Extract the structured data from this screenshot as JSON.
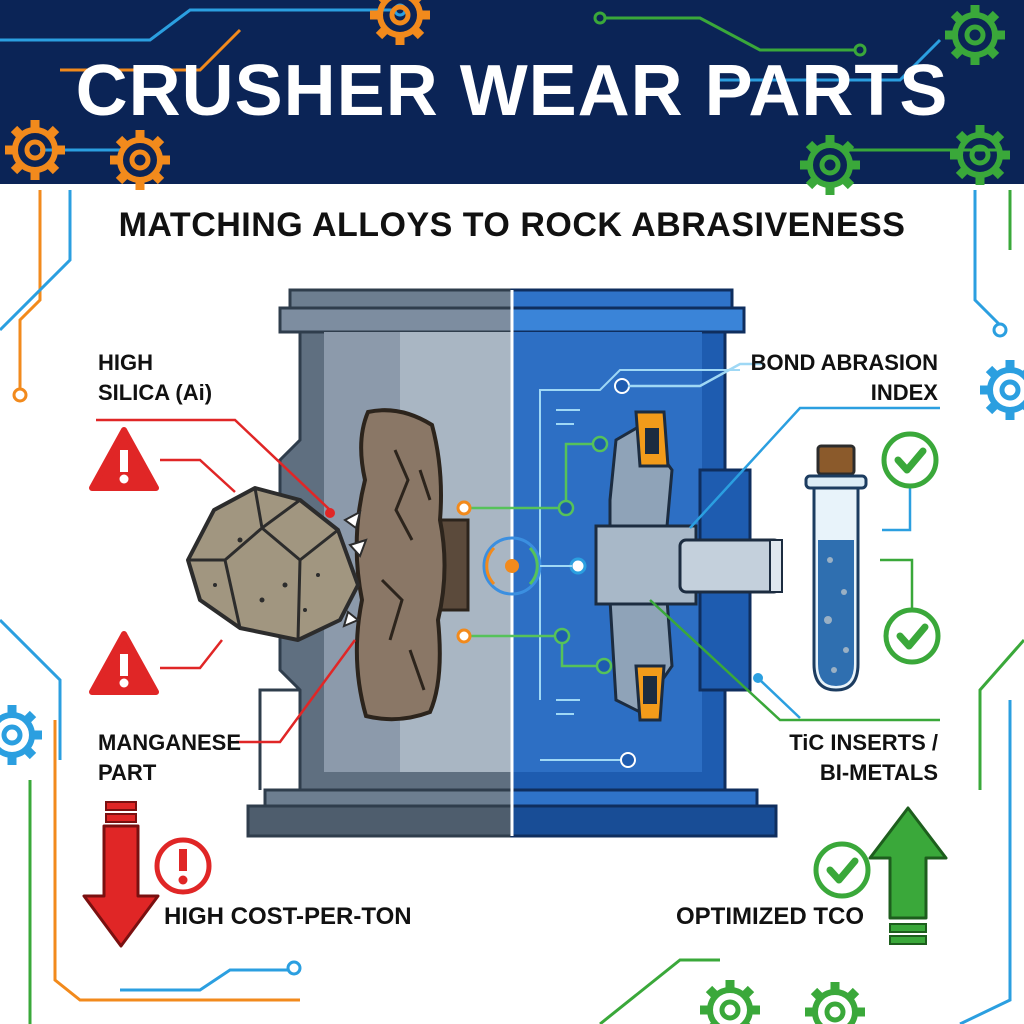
{
  "header": {
    "title": "CRUSHER WEAR PARTS",
    "subtitle": "MATCHING ALLOYS TO ROCK ABRASIVENESS"
  },
  "left": {
    "silica_label_line1": "HIGH",
    "silica_label_line2": "SILICA (Ai)",
    "part_label_line1": "MANGANESE",
    "part_label_line2": "PART",
    "outcome": "HIGH COST-PER-TON"
  },
  "right": {
    "index_label_line1": "BOND ABRASION",
    "index_label_line2": "INDEX",
    "inserts_label_line1": "TiC INSERTS /",
    "inserts_label_line2": "BI-METALS",
    "outcome": "OPTIMIZED TCO"
  },
  "colors": {
    "navy": "#0b2456",
    "steel_gray": "#5f6f80",
    "steel_blue": "#1e5cb0",
    "warning_red": "#e02626",
    "check_green": "#3aa83a",
    "orange": "#f28a1c"
  },
  "icons": [
    "warning-icon",
    "check-icon",
    "gear-icon",
    "arrow-down-icon",
    "arrow-up-icon",
    "test-tube-icon",
    "rock-icon"
  ]
}
